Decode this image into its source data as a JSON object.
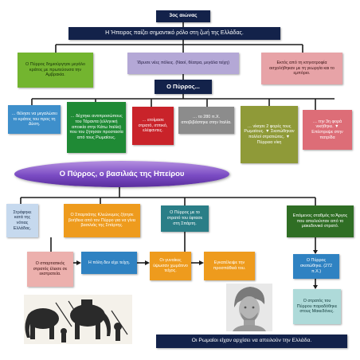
{
  "colors": {
    "navy": "#13224a",
    "green": "#73b52f",
    "purple": "#7b4cc4"
  },
  "top": {
    "century": "3ος αιώνας",
    "title": "Η Ήπειρος παίζει σημαντικό ρόλο στη ζωή της Ελλάδας."
  },
  "row1": {
    "left": "Ο Πύρρος δημιούργησε μεγάλο κράτος με πρωτεύουσα την Αμβρακία.",
    "mid": "Ίδρυσε νέες πόλεις. (Ναοί, θέατρα, μεγάλα τείχη)",
    "right": "Εκτός από τη κτηνοτροφία ασχολήθηκαν με τη γεωργία και το εμπόριο."
  },
  "pyrrhus_header": "Ο Πύρρος...",
  "row2": {
    "b1": "… θέλησε να μεγαλώσει το κράτος του προς τη Δύση.",
    "b2": "… δέχτηκε αντιπροσώπους του Τάραντα (ελληνική αποικία στην Κάτω Ιταλία) που του ζήτησαν προστασία από τους Ρωμαίους.",
    "b3": "… ετοίμασε στρατό, ιππικό, ελέφαντες.",
    "b4": "… το 280 π.Χ. αποβιβάστηκε στην Ιταλία.",
    "b5": "… νίκησε 2 φορές τους Ρωμαίους. ▼ Σκοτώθηκαν πολλοί στρατιώτες. ▼ Πύρρεια νίκη",
    "b6": "… την 3η φορά νικήθηκε. ▼ Επέστρεψε στην πατρίδα"
  },
  "banner": "Ο Πύρρος, ο βασιλιάς της Ηπείρου",
  "row3": {
    "c1": "Στράφηκε κατά της νότιας Ελλάδας.",
    "c2": "Ο Σπαρτιάτης Κλεώνυμος ζήτησε βοήθεια από τον Πύρρο για να γίνει βασιλιάς της Σπάρτης.",
    "c3": "Ο Πύρρος με το στρατό του έφτασε στη Σπάρτη.",
    "c4": "Επόμενος σταθμός το Άργος που απειλούνταν από το μακεδονικό στρατό."
  },
  "row4": {
    "d1": "Ο σπαρτιατικός στρατός έλεισε σε εκστρατεία.",
    "d2": "Η πόλη δεν είχε τείχη.",
    "d3": "Οι γυναίκες ύψωσαν χωμάτινο τείχος.",
    "d4": "Εγκατέλειψε την προσπάθειά του.",
    "d5": "Ο Πύρρος σκοτώθηκε. (272 π.Χ.)",
    "d6": "Ο στρατός του Πύρρου παραδόθηκε στους Μακεδόνες."
  },
  "footer": "Οι Ρωμαίοι είχαν αρχίσει να απειλούν την Ελλάδα."
}
